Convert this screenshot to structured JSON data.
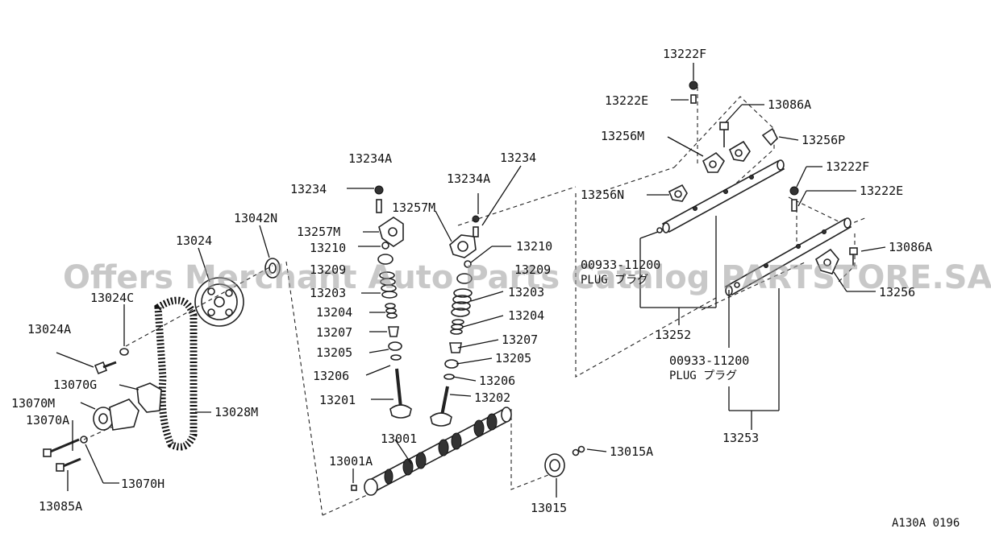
{
  "labels": {
    "p13222F_top": "13222F",
    "p13222E_top": "13222E",
    "p13086A_top": "13086A",
    "p13256M": "13256M",
    "p13256P": "13256P",
    "p13222F_mid": "13222F",
    "p13222E_mid": "13222E",
    "p13256N": "13256N",
    "p13086A_mid": "13086A",
    "p13256": "13256",
    "plug1_code": "00933-11200",
    "plug1_name": "PLUG プラグ",
    "p13252": "13252",
    "plug2_code": "00933-11200",
    "plug2_name": "PLUG プラグ",
    "p13253": "13253",
    "p13234A_l": "13234A",
    "p13234_l": "13234",
    "p13234_r": "13234",
    "p13234A_r": "13234A",
    "p13257M_r": "13257M",
    "p13042N": "13042N",
    "p13257M_l": "13257M",
    "p13024": "13024",
    "p13210_l": "13210",
    "p13209_l": "13209",
    "p13203_l": "13203",
    "p13204_l": "13204",
    "p13207_l": "13207",
    "p13205_l": "13205",
    "p13206_l": "13206",
    "p13201": "13201",
    "p13210_r": "13210",
    "p13209_r": "13209",
    "p13203_r": "13203",
    "p13204_r": "13204",
    "p13207_r": "13207",
    "p13205_r": "13205",
    "p13206_r": "13206",
    "p13202": "13202",
    "p13024C": "13024C",
    "p13024A": "13024A",
    "p13070G": "13070G",
    "p13070M": "13070M",
    "p13070A": "13070A",
    "p13085A": "13085A",
    "p13070H": "13070H",
    "p13028M": "13028M",
    "p13001": "13001",
    "p13001A": "13001A",
    "p13015A": "13015A",
    "p13015": "13015"
  },
  "watermark": "Offers Merchant Auto Parts Catalog PARTSTORE.SA",
  "figure_code": "A130A 0196"
}
